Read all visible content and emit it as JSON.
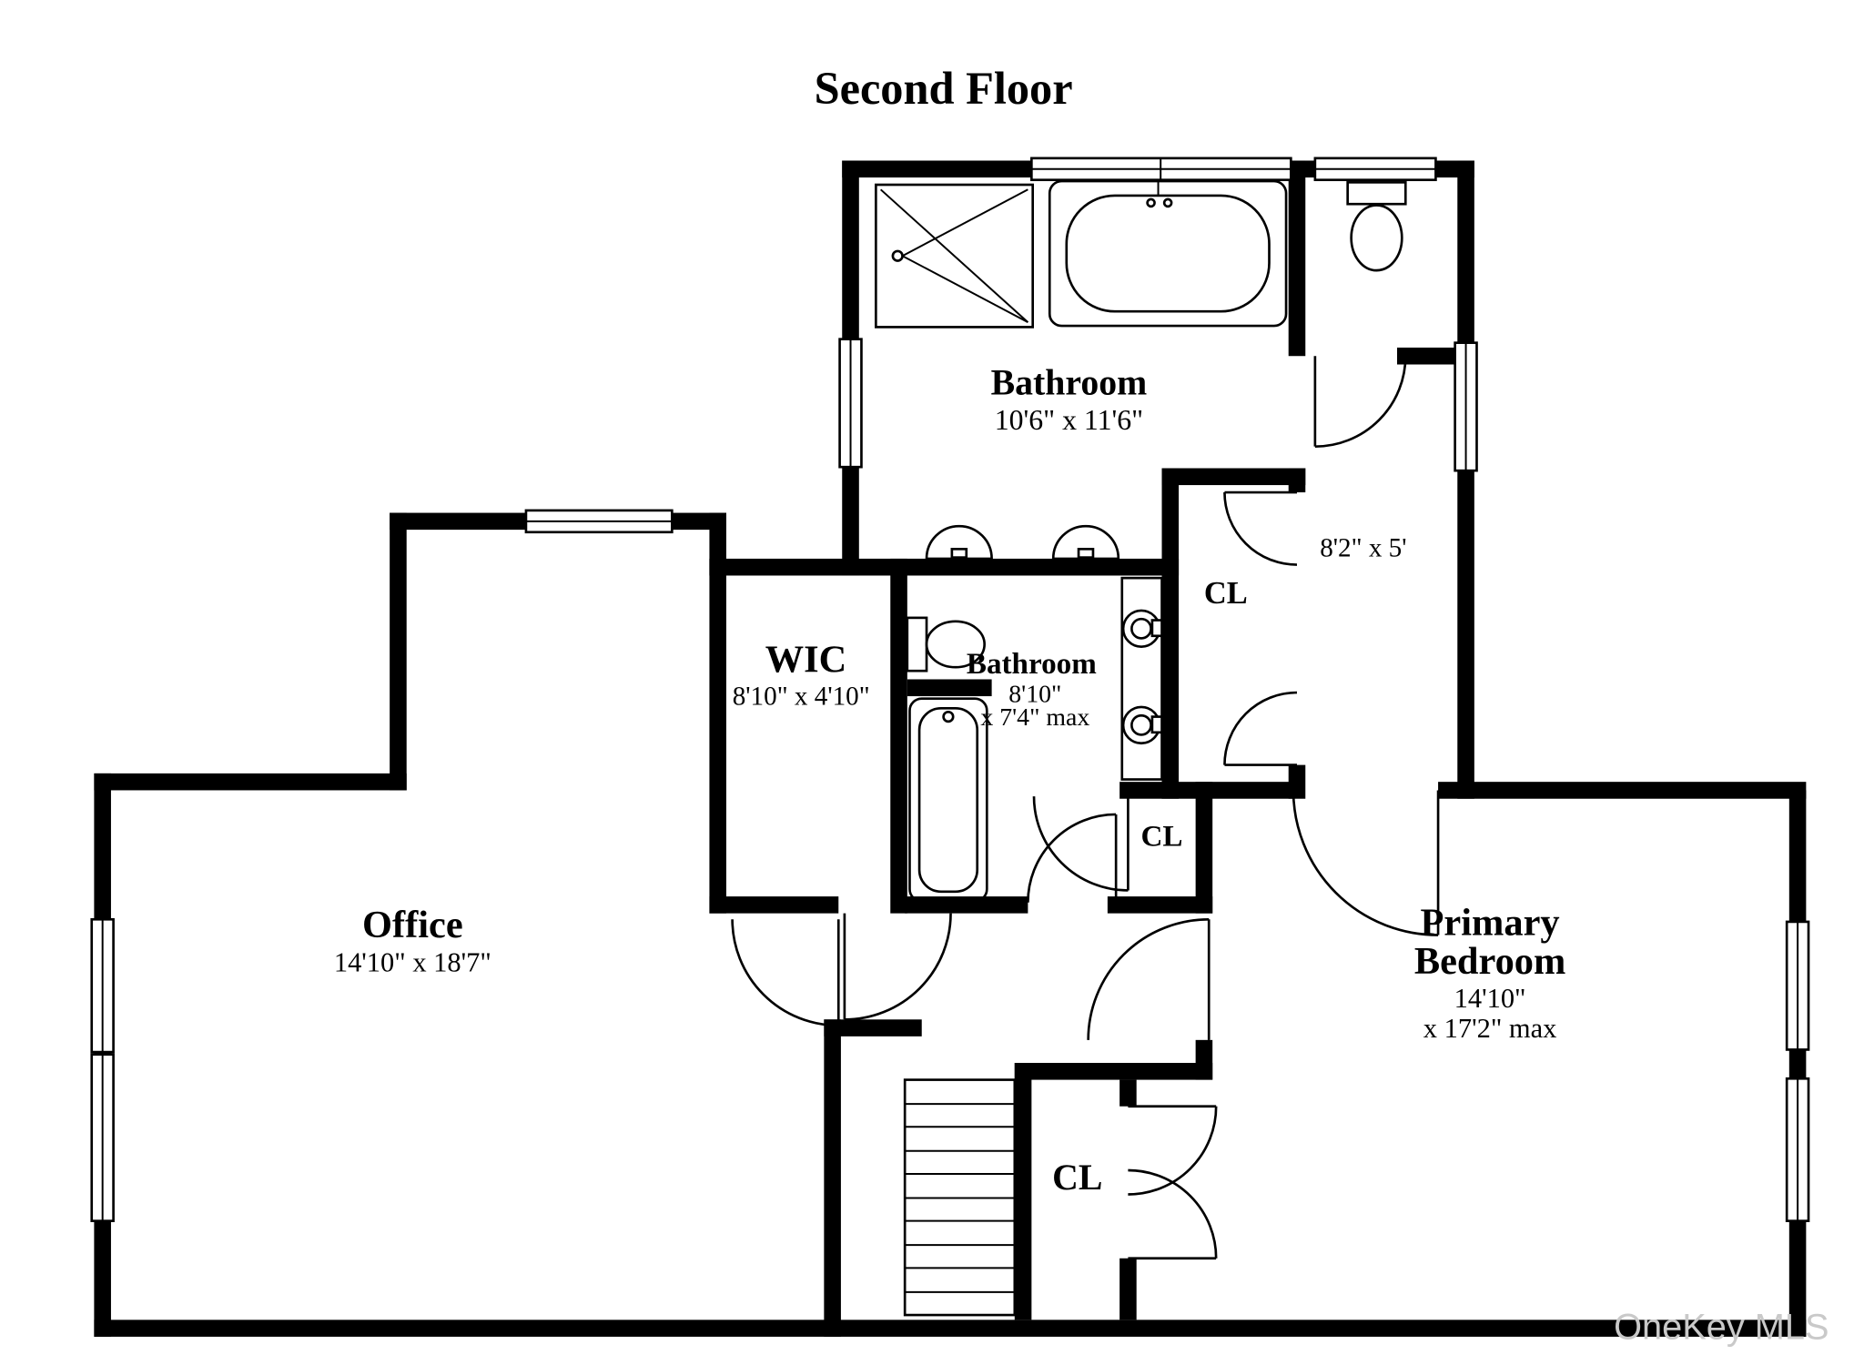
{
  "title": "Second Floor",
  "rooms": {
    "bathroom_main": {
      "name": "Bathroom",
      "dims": "10'6\" x 11'6\""
    },
    "hall_closet": {
      "dims": "8'2\" x 5'"
    },
    "closet_upper": {
      "label": "CL"
    },
    "wic": {
      "name": "WIC",
      "dims": "8'10\" x 4'10\""
    },
    "bathroom_small": {
      "name": "Bathroom",
      "dims1": "8'10\"",
      "dims2": "x 7'4\" max"
    },
    "closet_mid": {
      "label": "CL"
    },
    "office": {
      "name": "Office",
      "dims": "14'10\" x 18'7\""
    },
    "primary_bedroom": {
      "name1": "Primary",
      "name2": "Bedroom",
      "dims1": "14'10\"",
      "dims2": "x 17'2\" max"
    },
    "closet_lower": {
      "label": "CL"
    }
  },
  "fixtures": [
    "shower",
    "bathtub",
    "toilet",
    "double-vanity-sinks",
    "toilet",
    "bathtub",
    "vanity-sinks",
    "staircase"
  ],
  "watermark": "OneKey MLS",
  "colors": {
    "wall": "#000000",
    "line": "#000000",
    "watermark": "#c9c9c9",
    "background": "#ffffff"
  }
}
